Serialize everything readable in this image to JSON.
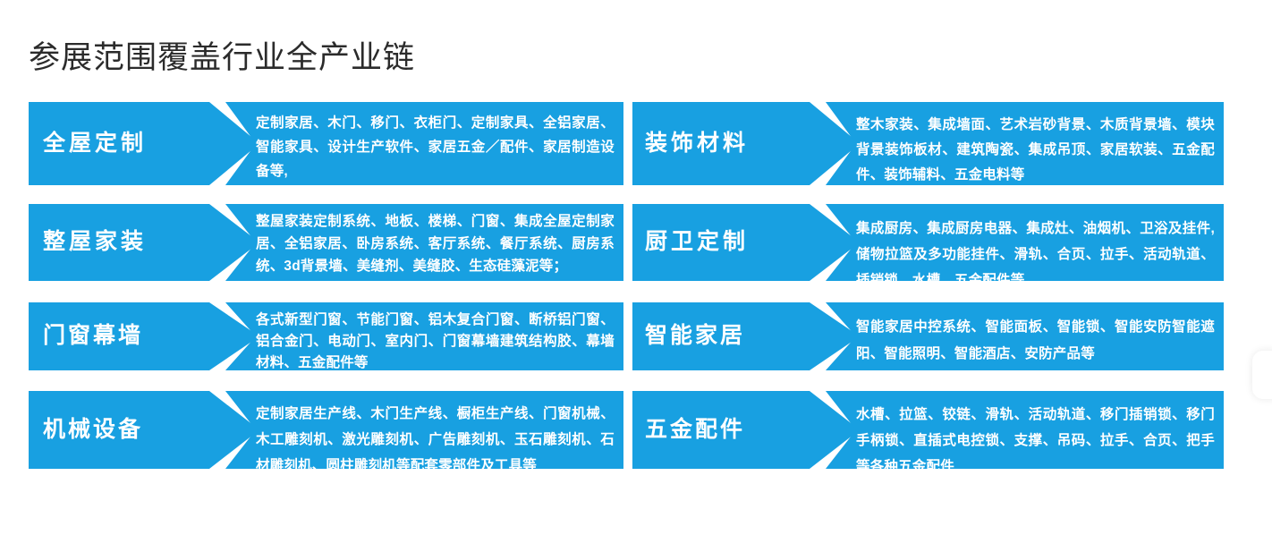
{
  "page": {
    "title": "参展范围覆盖行业全产业链",
    "accent_color": "#18a0e1",
    "title_color": "#2b2b2b",
    "background_color": "#ffffff"
  },
  "categories": [
    {
      "id": "whole-house-customization",
      "label": "全屋定制",
      "scope": "定制家居、木门、移门、衣柜门、定制家具、全铝家居、智能家具、设计生产软件、家居五金／配件、家居制造设备等,",
      "column": "left",
      "row": 1
    },
    {
      "id": "decorative-materials",
      "label": "装饰材料",
      "scope": "整木家装、集成墙面、艺术岩砂背景、木质背景墙、模块背景装饰板材、建筑陶瓷、集成吊顶、家居软装、五金配件、装饰辅料、五金电料等",
      "column": "right",
      "row": 1
    },
    {
      "id": "whole-house-decoration",
      "label": "整屋家装",
      "scope": "整屋家装定制系统、地板、楼梯、门窗、集成全屋定制家居、全铝家居、卧房系统、客厅系统、餐厅系统、厨房系统、3d背景墙、美缝剂、美缝胶、生态硅藻泥等；",
      "column": "left",
      "row": 2
    },
    {
      "id": "kitchen-bath-customization",
      "label": "厨卫定制",
      "scope": "集成厨房、集成厨房电器、集成灶、油烟机、卫浴及挂件, 储物拉篮及多功能挂件、滑轨、合页、拉手、活动轨道、插销锁、水槽、五金配件等",
      "column": "right",
      "row": 2
    },
    {
      "id": "doors-windows-curtain-wall",
      "label": "门窗幕墙",
      "scope": "各式新型门窗、节能门窗、铝木复合门窗、断桥铝门窗、铝合金门、电动门、室内门、门窗幕墙建筑结构胶、幕墙材料、五金配件等",
      "column": "left",
      "row": 3
    },
    {
      "id": "smart-home",
      "label": "智能家居",
      "scope": "智能家居中控系统、智能面板、智能锁、智能安防智能遮阳、智能照明、智能酒店、安防产品等",
      "column": "right",
      "row": 3
    },
    {
      "id": "machinery-equipment",
      "label": "机械设备",
      "scope": "定制家居生产线、木门生产线、橱柜生产线、门窗机械、木工雕刻机、激光雕刻机、广告雕刻机、玉石雕刻机、石材雕刻机、圆柱雕刻机等配套零部件及工具等",
      "column": "left",
      "row": 4
    },
    {
      "id": "hardware-accessories",
      "label": "五金配件",
      "scope": "水槽、拉篮、铰链、滑轨、活动轨道、移门插销锁、移门手柄锁、直插式电控锁、支撑、吊码、拉手、合页、把手等各种五金配件",
      "column": "right",
      "row": 4
    }
  ]
}
